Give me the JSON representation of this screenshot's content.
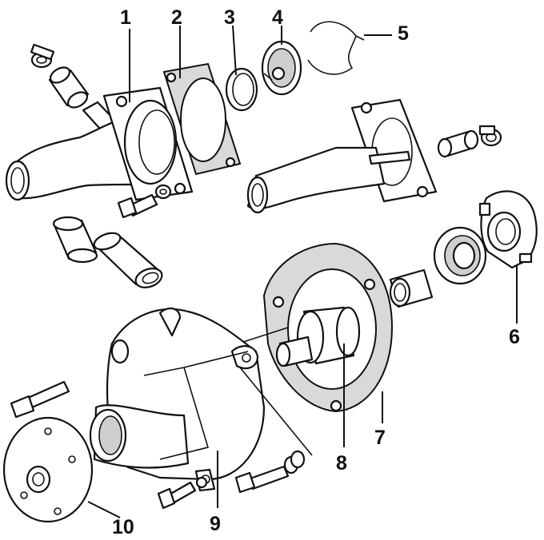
{
  "diagram": {
    "callouts": [
      {
        "id": "callout-1",
        "text": "1"
      },
      {
        "id": "callout-2",
        "text": "2"
      },
      {
        "id": "callout-3",
        "text": "3"
      },
      {
        "id": "callout-4",
        "text": "4"
      },
      {
        "id": "callout-5",
        "text": "5"
      },
      {
        "id": "callout-6",
        "text": "6"
      },
      {
        "id": "callout-7",
        "text": "7"
      },
      {
        "id": "callout-8",
        "text": "8"
      },
      {
        "id": "callout-9",
        "text": "9"
      },
      {
        "id": "callout-10",
        "text": "10"
      }
    ],
    "colors": {
      "line": "#111111",
      "hatch": "#cfcfcf",
      "background": "#ffffff"
    }
  }
}
